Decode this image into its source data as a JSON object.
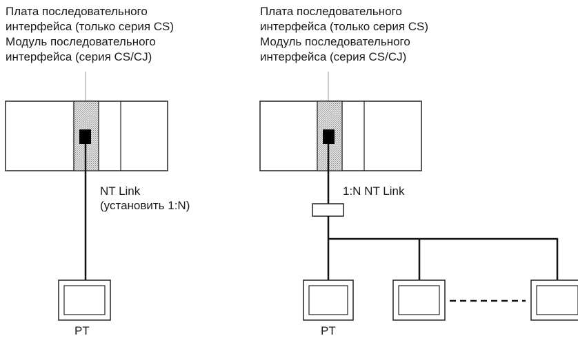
{
  "left": {
    "title_lines": [
      "Плата последовательного",
      "интерфейса (только серия CS)",
      "Модуль последовательного",
      "интерфейса (серия CS/CJ)"
    ],
    "link_label_line1": "NT Link",
    "link_label_line2": "(установить 1:N)",
    "pt_label": "PT"
  },
  "right": {
    "title_lines": [
      "Плата последовательного",
      "интерфейса (только серия CS)",
      "Модуль последовательного",
      "интерфейса (серия CS/CJ)"
    ],
    "link_label": "1:N NT Link",
    "pt_label": "PT"
  }
}
